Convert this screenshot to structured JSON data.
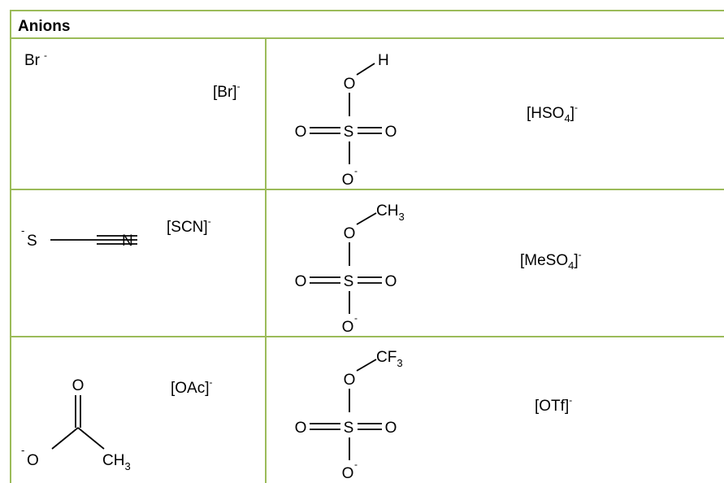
{
  "table": {
    "header": "Anions",
    "rows": [
      {
        "left": {
          "structure": {
            "br": "Br",
            "charge": "-"
          },
          "label": {
            "base": "[Br]",
            "charge": "-"
          }
        },
        "right": {
          "structure": {
            "top_atom": "O",
            "substituent": "H",
            "s": "S",
            "o_left": "O",
            "o_right": "O",
            "o_bottom": "O",
            "charge": "-"
          },
          "label": {
            "pre": "[HSO",
            "sub": "4",
            "post": "]",
            "charge": "-"
          }
        }
      },
      {
        "left": {
          "structure": {
            "charge": "-",
            "s": "S",
            "n": "N"
          },
          "label": {
            "base": "[SCN]",
            "charge": "-"
          }
        },
        "right": {
          "structure": {
            "top_atom": "O",
            "substituent": "CH",
            "substituent_sub": "3",
            "s": "S",
            "o_left": "O",
            "o_right": "O",
            "o_bottom": "O",
            "charge": "-"
          },
          "label": {
            "pre": "[MeSO",
            "sub": "4",
            "post": "]",
            "charge": "-"
          }
        }
      },
      {
        "left": {
          "structure": {
            "o_top": "O",
            "charge": "-",
            "o_left": "O",
            "ch": "CH",
            "ch_sub": "3"
          },
          "label": {
            "base": "[OAc]",
            "charge": "-"
          }
        },
        "right": {
          "structure": {
            "top_atom": "O",
            "substituent": "CF",
            "substituent_sub": "3",
            "s": "S",
            "o_left": "O",
            "o_right": "O",
            "o_bottom": "O",
            "charge": "-"
          },
          "label": {
            "base": "[OTf]",
            "charge": "-"
          }
        }
      }
    ]
  },
  "colors": {
    "border": "#9bbb59",
    "text": "#000000"
  }
}
